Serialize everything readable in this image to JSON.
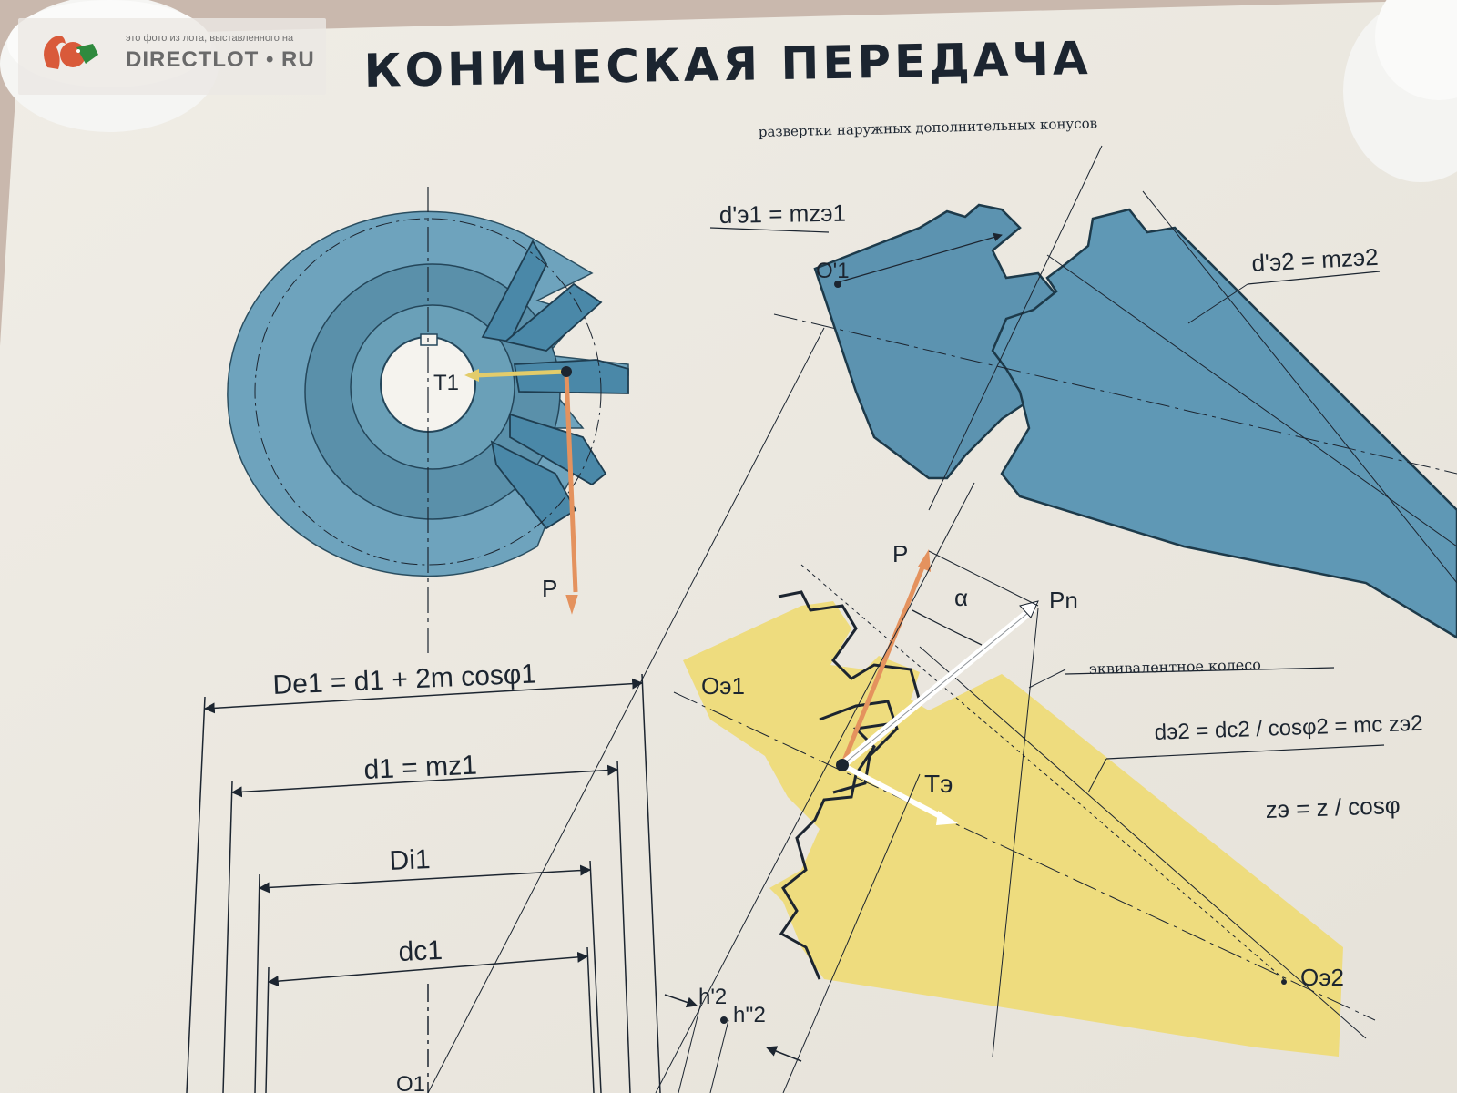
{
  "poster": {
    "title": "КОНИЧЕСКАЯ ПЕРЕДАЧА",
    "subtitle_developments": "развертки наружных дополнительных конусов",
    "label_equivalent_wheel": "эквивалентное колесо"
  },
  "watermark": {
    "caption": "это фото из лота, выставленного на",
    "brand": "DIRECTLOT • RU"
  },
  "formulas": {
    "de1": "Dе1 = d1 + 2m cosφ1",
    "d1": "d1 = mz1",
    "di1": "Di1",
    "dc1": "dc1",
    "de_prime1": "d'э1 = mzэ1",
    "de_prime2": "d'э2 = mzэ2",
    "de2": "dэ2 = dc2 / cosφ2 = mc zэ2",
    "ze": "zэ = z / cosφ"
  },
  "labels": {
    "t1": "T1",
    "p_top_gear": "P",
    "p_force": "P",
    "pn": "Pn",
    "alpha": "α",
    "te": "Tэ",
    "o1_prime": "O'1",
    "oe1": "Oэ1",
    "oe2": "Oэ2",
    "h2_prime": "h'2",
    "h2_double": "h''2",
    "o_bottom": "O1"
  },
  "colors": {
    "paper": "#ece8df",
    "blue": "#5f98b5",
    "yellow": "#eedc7e",
    "orange": "#e4925e",
    "ink": "#1c2530"
  }
}
